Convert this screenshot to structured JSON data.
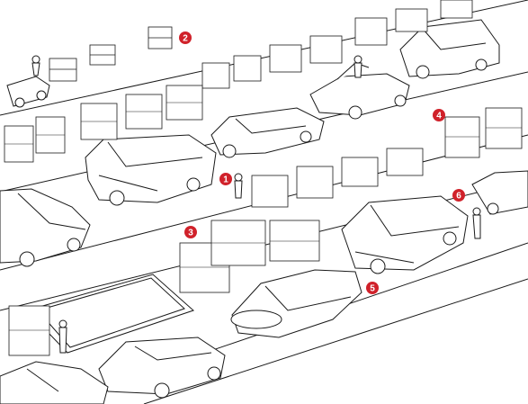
{
  "colors": {
    "marker_fill": "#d0212a",
    "marker_text": "#ffffff",
    "line": "#1a1a1a",
    "paper": "#ffffff",
    "shade": "#e6e6e6"
  },
  "markers": [
    {
      "label": "1",
      "id": "marker-1"
    },
    {
      "label": "2",
      "id": "marker-2"
    },
    {
      "label": "3",
      "id": "marker-3"
    },
    {
      "label": "4",
      "id": "marker-4"
    },
    {
      "label": "5",
      "id": "marker-5"
    },
    {
      "label": "6",
      "id": "marker-6"
    }
  ],
  "icons": [
    "car-icon",
    "rack-icon",
    "worker-icon",
    "forklift-icon"
  ]
}
